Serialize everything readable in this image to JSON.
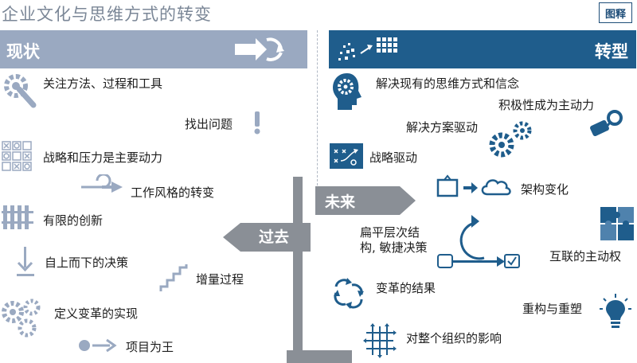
{
  "header": {
    "title": "企业文化与思维方式的转变",
    "figure_tag": "图释"
  },
  "left_panel": {
    "title": "现状",
    "items": [
      "关注方法、过程和工具",
      "找出问题",
      "战略和压力是主要动力",
      "工作风格的转变",
      "有限的创新",
      "自上而下的决策",
      "增量过程",
      "定义变革的实现",
      "项目为王"
    ]
  },
  "right_panel": {
    "title": "转型",
    "items": [
      "解决现有的思维方式和信念",
      "积极性成为主动力",
      "解决方案驱动",
      "战略驱动",
      "架构变化",
      "扁平层次结",
      "构, 敏捷决策",
      "互联的主动权",
      "变革的结果",
      "重构与重塑",
      "对整个组织的影响"
    ]
  },
  "signpost": {
    "past": "过去",
    "future": "未来"
  },
  "colors": {
    "left_header": "#9aa9c1",
    "right_header": "#1f5d8c",
    "icon_gray": "#9aa9c1",
    "icon_blue": "#1f5d8c",
    "post": "#8a8f96"
  }
}
